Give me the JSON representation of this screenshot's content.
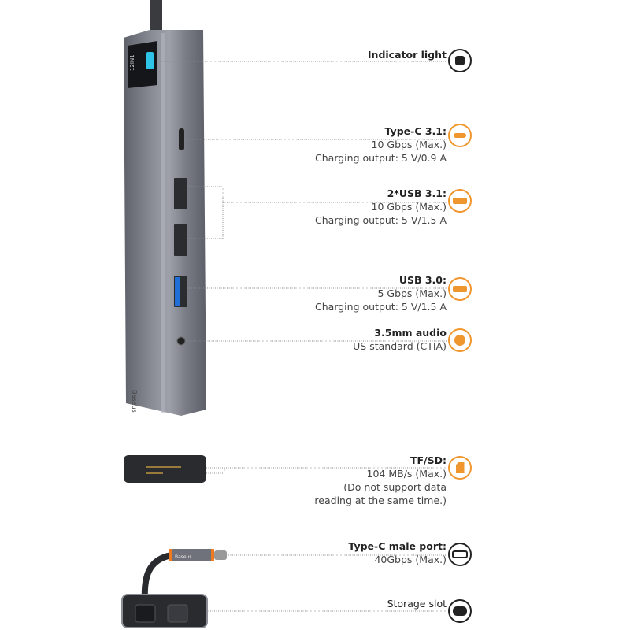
{
  "callouts": {
    "indicator": {
      "title": "Indicator light"
    },
    "typec31": {
      "title": "Type-C 3.1:",
      "lines": [
        "10 Gbps (Max.)",
        "Charging output: 5 V/0.9 A"
      ]
    },
    "usb31": {
      "title": "2*USB 3.1:",
      "lines": [
        "10 Gbps (Max.)",
        "Charging output: 5 V/1.5 A"
      ]
    },
    "usb30": {
      "title": "USB 3.0:",
      "lines": [
        "5 Gbps (Max.)",
        "Charging output: 5 V/1.5 A"
      ]
    },
    "audio": {
      "title": "3.5mm audio",
      "lines": [
        "US standard (CTIA)"
      ]
    },
    "tfsd": {
      "title": "TF/SD:",
      "lines": [
        "104 MB/s (Max.)",
        "(Do not support data",
        "reading at the same time.)"
      ]
    },
    "typecmale": {
      "title": "Type-C male port:",
      "lines": [
        "40Gbps (Max.)"
      ]
    },
    "storage": {
      "title": "Storage slot"
    }
  },
  "product": {
    "brand": "Baseus",
    "screen_label": "12IN1"
  },
  "colors": {
    "accent": "#f0962e",
    "dark": "#222222",
    "body": "#7d808a"
  }
}
